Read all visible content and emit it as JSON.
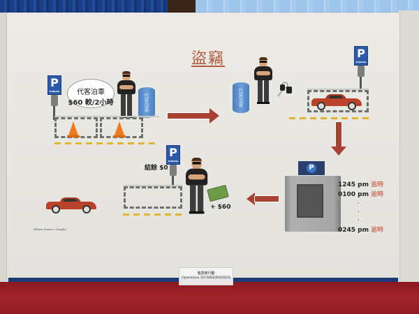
{
  "scene": {
    "background": {
      "curtain_color": "#1a3f86",
      "blinds_color": "#a7cbee",
      "tablecloth_color": "#9a1f25"
    },
    "poster": {
      "title": "盜竊",
      "title_color": "#b55a3f",
      "step1": {
        "parking_sign": {
          "letter": "P",
          "caption": "PARKING"
        },
        "speech_bubble": {
          "line1": "代客泊車",
          "line2": "$60 較/2小時"
        },
        "barrel_text": "代客泊車",
        "cones": [
          "traffic-cone",
          "traffic-cone"
        ]
      },
      "step2": {
        "barrel_text": "代客泊車",
        "items": [
          "valet-man",
          "car-keys"
        ],
        "parking_sign": {
          "letter": "P",
          "caption": "PARKING"
        },
        "parked_car": "red-sports-car"
      },
      "step3": {
        "kiosk_sign_letter": "P",
        "times": [
          {
            "time": "1245 pm",
            "status": "逾時"
          },
          {
            "time": "0100 pm",
            "status": "逾時"
          },
          {
            "time": "0245 pm",
            "status": "逾時"
          }
        ],
        "ellipsis": [
          "·",
          "·",
          "·"
        ]
      },
      "step4": {
        "parking_sign": {
          "letter": "P",
          "caption": "PARKING"
        },
        "balance_label": "結餘 $0",
        "cash_label": "+ $60"
      },
      "car_left": "red-sports-car",
      "photo_credit": "(Photo Source: Google)",
      "accent_color": "#a8412f",
      "overtime_color": "#c0402a"
    },
    "nameplate": {
      "line1": "強調使行動",
      "line2": "Operation NUMBERMIXER"
    }
  }
}
